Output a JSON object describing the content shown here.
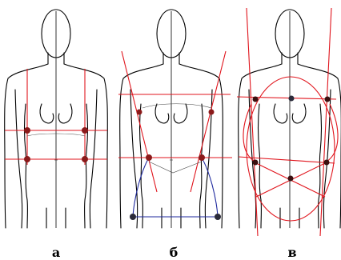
{
  "labels": {
    "panel_a": "а",
    "panel_b": "б",
    "panel_c": "в"
  },
  "colors": {
    "outline": "#000000",
    "construction_line": "#e0141c",
    "point_fill": "#8b1a1a",
    "hem_line": "#1f2a9e",
    "hem_point": "#2b2b3a"
  }
}
